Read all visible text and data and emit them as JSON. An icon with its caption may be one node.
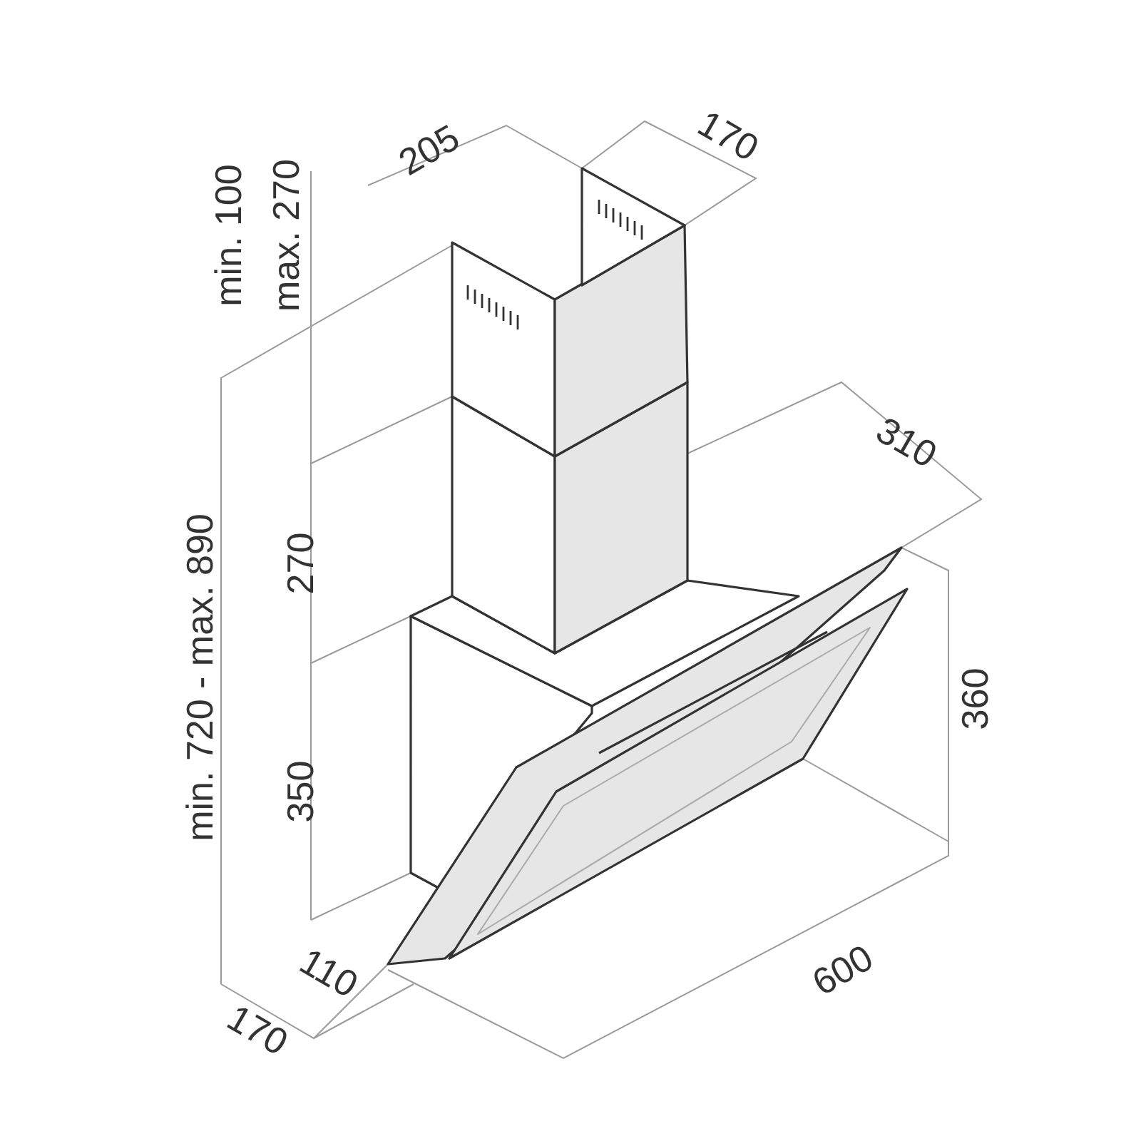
{
  "diagram": {
    "labels": [
      "205",
      "170",
      "min. 100",
      "max. 270",
      "310",
      "270",
      "min. 720 - max. 890",
      "360",
      "350",
      "600",
      "110",
      "170"
    ]
  }
}
